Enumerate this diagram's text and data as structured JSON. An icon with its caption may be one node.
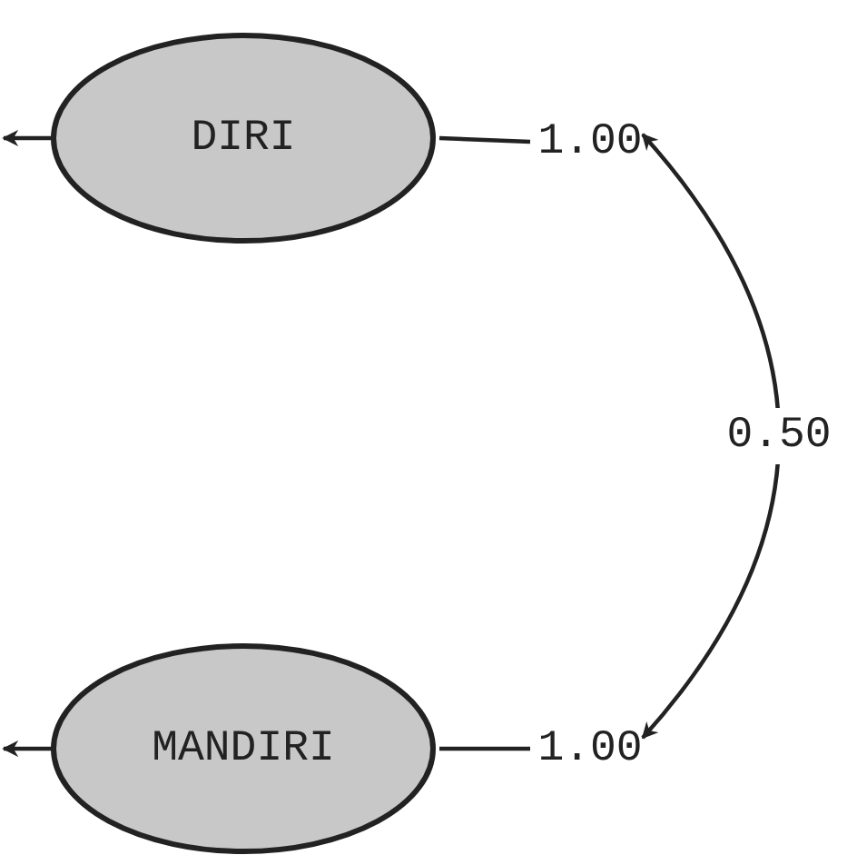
{
  "diagram": {
    "nodes": [
      {
        "text": [
          "DIRI"
        ]
      },
      {
        "text": [
          "1.00"
        ]
      },
      {
        "text": [
          "MANDIRI"
        ]
      },
      {
        "text": [
          "1.00"
        ]
      }
    ],
    "edges": [
      {
        "from": 0,
        "to": 1,
        "arrow": "none"
      },
      {
        "from": 2,
        "to": 3,
        "arrow": "none"
      },
      {
        "from": 1,
        "to": 3,
        "arrow": "both",
        "label": "0.50"
      },
      {
        "from": 0,
        "to": null,
        "arrow": "to"
      },
      {
        "from": 2,
        "to": null,
        "arrow": "to"
      }
    ]
  }
}
